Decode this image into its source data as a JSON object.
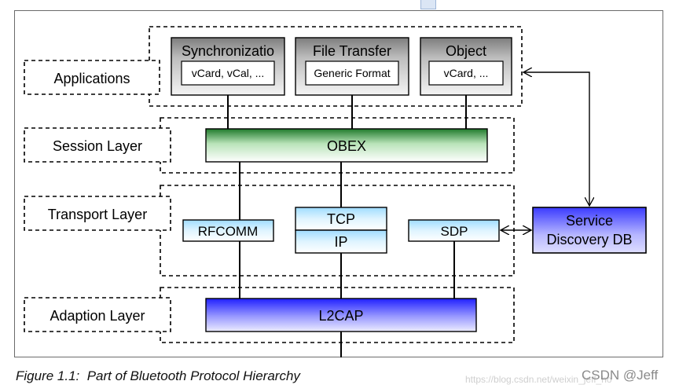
{
  "layers": {
    "applications": "Applications",
    "session": "Session Layer",
    "transport": "Transport Layer",
    "adaption": "Adaption Layer"
  },
  "apps": [
    {
      "title": "Synchronizatio",
      "sub": "vCard, vCal, ..."
    },
    {
      "title": "File Transfer",
      "sub": "Generic Format"
    },
    {
      "title": "Object",
      "sub": "vCard, ..."
    }
  ],
  "protocols": {
    "obex": "OBEX",
    "rfcomm": "RFCOMM",
    "tcp": "TCP",
    "ip": "IP",
    "sdp": "SDP",
    "l2cap": "L2CAP"
  },
  "sdb": {
    "line1": "Service",
    "line2": "Discovery DB"
  },
  "caption": "Figure 1.1:  Part of Bluetooth Protocol Hierarchy",
  "watermark": {
    "url": "https://blog.csdn.net/weixin_jeff_ho",
    "tag": "CSDN @Jeff"
  },
  "colors": {
    "obex": "#2e8b3a",
    "blue_dark": "#2b2bff",
    "cyan": "#bfe8ff",
    "app_gray": "#8f8f8f"
  }
}
